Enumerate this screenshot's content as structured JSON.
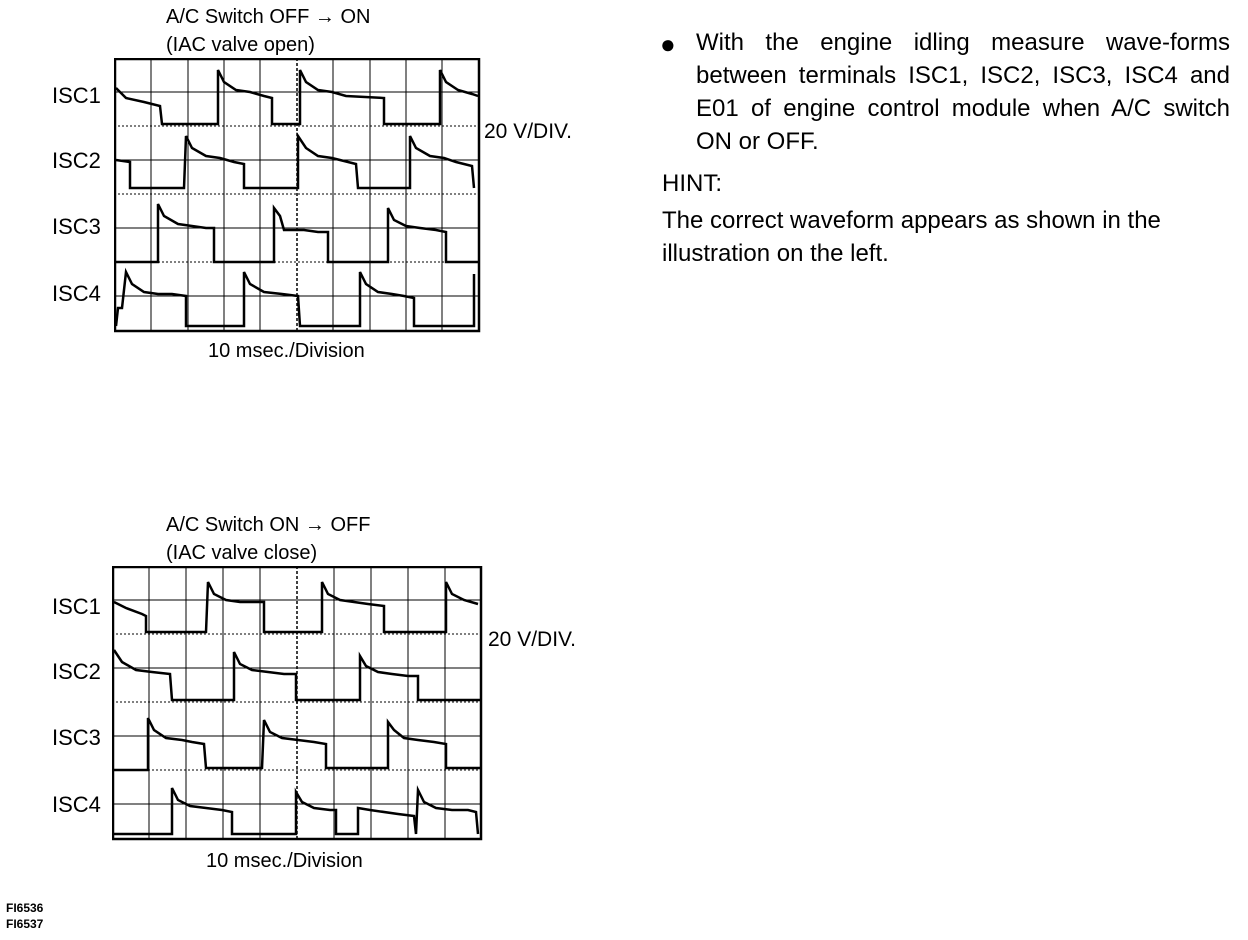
{
  "scope1": {
    "title1": "A/C Switch OFF → ON",
    "title2": "(IAC valve open)",
    "labels": [
      "ISC1",
      "ISC2",
      "ISC3",
      "ISC4"
    ],
    "vdiv": "20 V/DIV.",
    "tdiv": "10 msec./Division"
  },
  "scope2": {
    "title1": "A/C Switch ON → OFF",
    "title2": "(IAC valve close)",
    "labels": [
      "ISC1",
      "ISC2",
      "ISC3",
      "ISC4"
    ],
    "vdiv": "20 V/DIV.",
    "tdiv": "10 msec./Division"
  },
  "instructions": {
    "bullet": "●",
    "text": "With the engine idling measure wave-forms between terminals ISC1, ISC2, ISC3, ISC4 and E01 of engine control module when A/C switch ON or OFF.",
    "hint_title": "HINT:",
    "hint_text": "The correct waveform appears as shown in the illustration on the left."
  },
  "figure_ids": [
    "FI6536",
    "FI6537"
  ]
}
